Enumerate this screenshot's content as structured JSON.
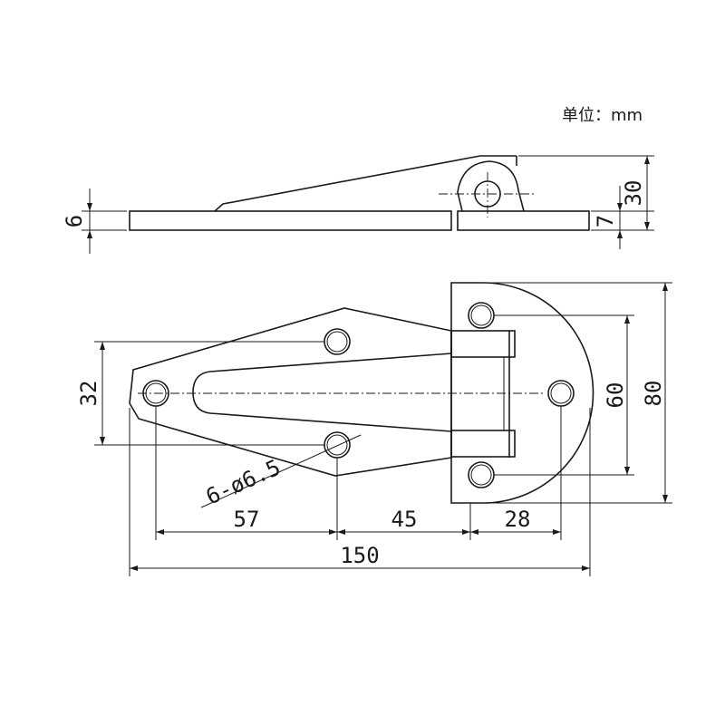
{
  "unit_label": "单位：mm",
  "dimensions": {
    "side_thickness_left": "6",
    "side_height_right": "30",
    "side_thickness_right": "7",
    "hole_spacing_left": "32",
    "hole_spacing_right": "60",
    "plate_height": "80",
    "holes_note": "6-ø6.5",
    "span_a": "57",
    "span_b": "45",
    "span_c": "28",
    "overall_length": "150"
  }
}
